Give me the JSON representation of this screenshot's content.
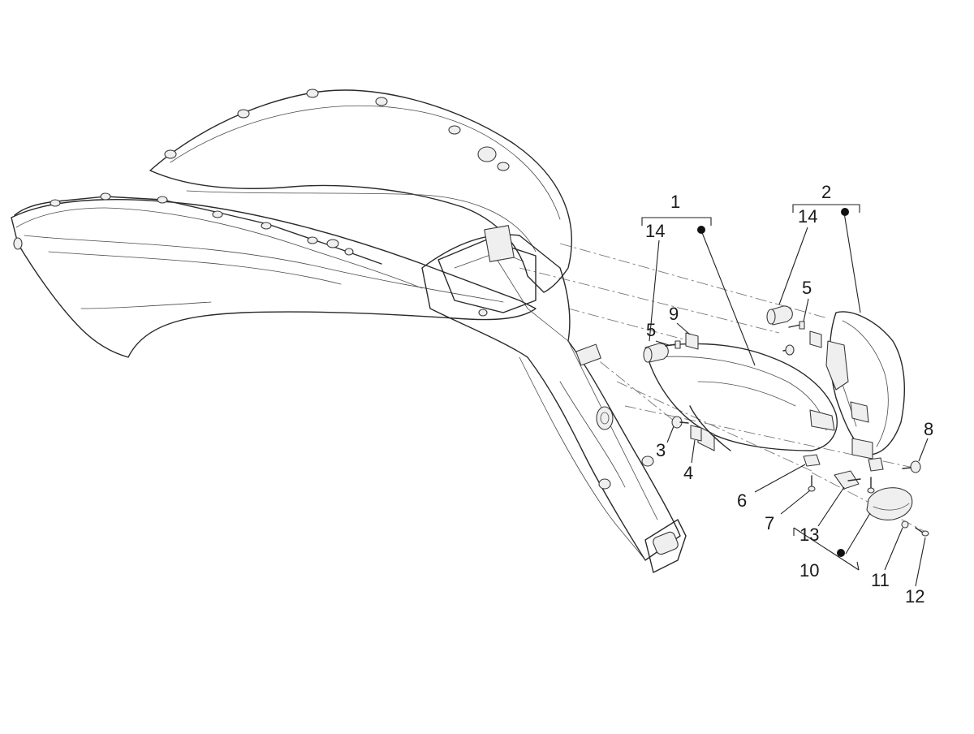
{
  "diagram": {
    "callouts": {
      "c1": "1",
      "c2": "2",
      "c3": "3",
      "c4": "4",
      "c5a": "5",
      "c5b": "5",
      "c6": "6",
      "c7": "7",
      "c8": "8",
      "c9": "9",
      "c10": "10",
      "c11": "11",
      "c12": "12",
      "c13": "13",
      "c14a": "14",
      "c14b": "14"
    }
  }
}
